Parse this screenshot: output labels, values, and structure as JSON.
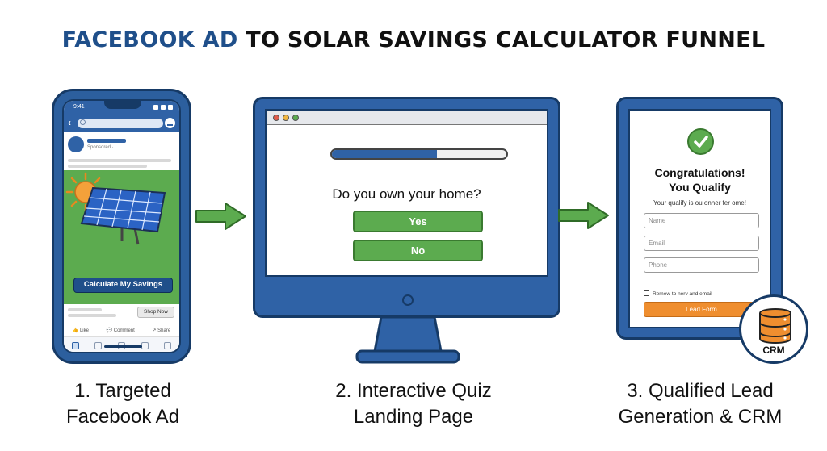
{
  "title": {
    "part1": "FACEBOOK AD",
    "part2": " TO SOLAR SAVINGS CALCULATOR FUNNEL"
  },
  "phone": {
    "time": "9:41",
    "sponsored": "Sponsored · ",
    "cta": "Calculate My Savings",
    "shop_now": "Shop Now",
    "actions": [
      "Like",
      "Comment",
      "Share"
    ]
  },
  "quiz": {
    "question": "Do you own your home?",
    "yes": "Yes",
    "no": "No",
    "progress": 0.6
  },
  "form": {
    "heading_line1": "Congratulations!",
    "heading_line2": "You Qualify",
    "subtext": "Your qualify is ou onner fer ome!",
    "name_placeholder": "Name",
    "email_placeholder": "Email",
    "phone_placeholder": "Phone",
    "remember": "Remew to nerv and email",
    "submit": "Lead Form"
  },
  "crm": {
    "label": "CRM"
  },
  "steps": [
    {
      "line1": "1. Targeted",
      "line2": "Facebook Ad"
    },
    {
      "line1": "2. Interactive Quiz",
      "line2": "Landing Page"
    },
    {
      "line1": "3. Qualified Lead",
      "line2": "Generation & CRM"
    }
  ],
  "colors": {
    "navy": "#1f4f8a",
    "blue": "#2f62a6",
    "green": "#5cab4f",
    "orange": "#ef8e2f"
  }
}
